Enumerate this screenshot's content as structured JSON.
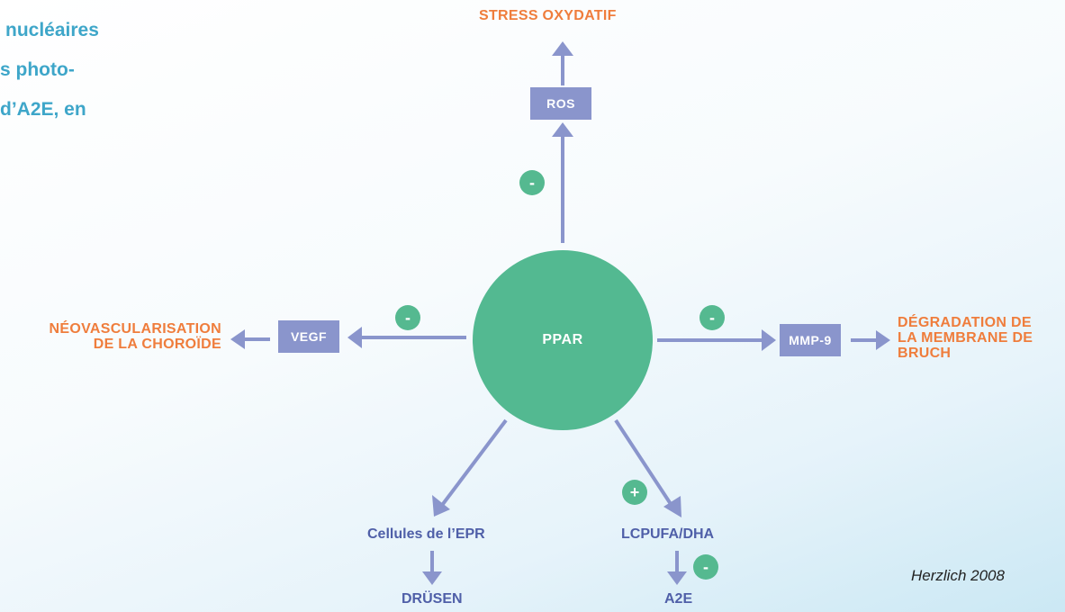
{
  "title_lines": [
    "nucléaires",
    "s photo-",
    "d’A2E, en"
  ],
  "center": {
    "label": "PPAR"
  },
  "boxes": {
    "ros": "ROS",
    "vegf": "VEGF",
    "mmp9": "MMP-9"
  },
  "outcomes": {
    "top": "STRESS OXYDATIF",
    "left_1": "NÉOVASCULARISATION",
    "left_2": "DE LA CHOROÏDE",
    "right_1": "DÉGRADATION DE",
    "right_2": "LA MEMBRANE DE",
    "right_3": "BRUCH"
  },
  "nodes": {
    "epr": "Cellules de l’EPR",
    "drusen": "DRÜSEN",
    "lcpufa": "LCPUFA/DHA",
    "a2e": "A2E"
  },
  "signs": {
    "ros": "-",
    "vegf": "-",
    "mmp9": "-",
    "lcpufa": "+",
    "a2e": "-"
  },
  "citation": "Herzlich 2008",
  "colors": {
    "arrow": "#8a95cc",
    "green": "#53b991",
    "orange": "#ef7d3c",
    "blue_text": "#4f5fa8",
    "title": "#3ea6c9"
  }
}
